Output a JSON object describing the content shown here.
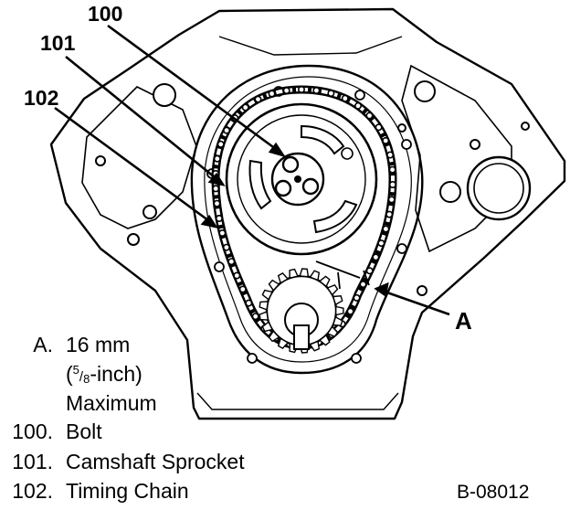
{
  "callouts": {
    "c100": "100",
    "c101": "101",
    "c102": "102",
    "cA": "A"
  },
  "legend": {
    "a_key": "A.",
    "a_value": "16 mm",
    "a_frac_open": "(",
    "a_frac_num": "5",
    "a_frac_slash": "/",
    "a_frac_den": "8",
    "a_frac_rest": "-inch)",
    "a_max": "Maximum",
    "k100": "100.",
    "v100": "Bolt",
    "k101": "101.",
    "v101": "Camshaft Sprocket",
    "k102": "102.",
    "v102": "Timing Chain"
  },
  "figure_id": "B-08012"
}
